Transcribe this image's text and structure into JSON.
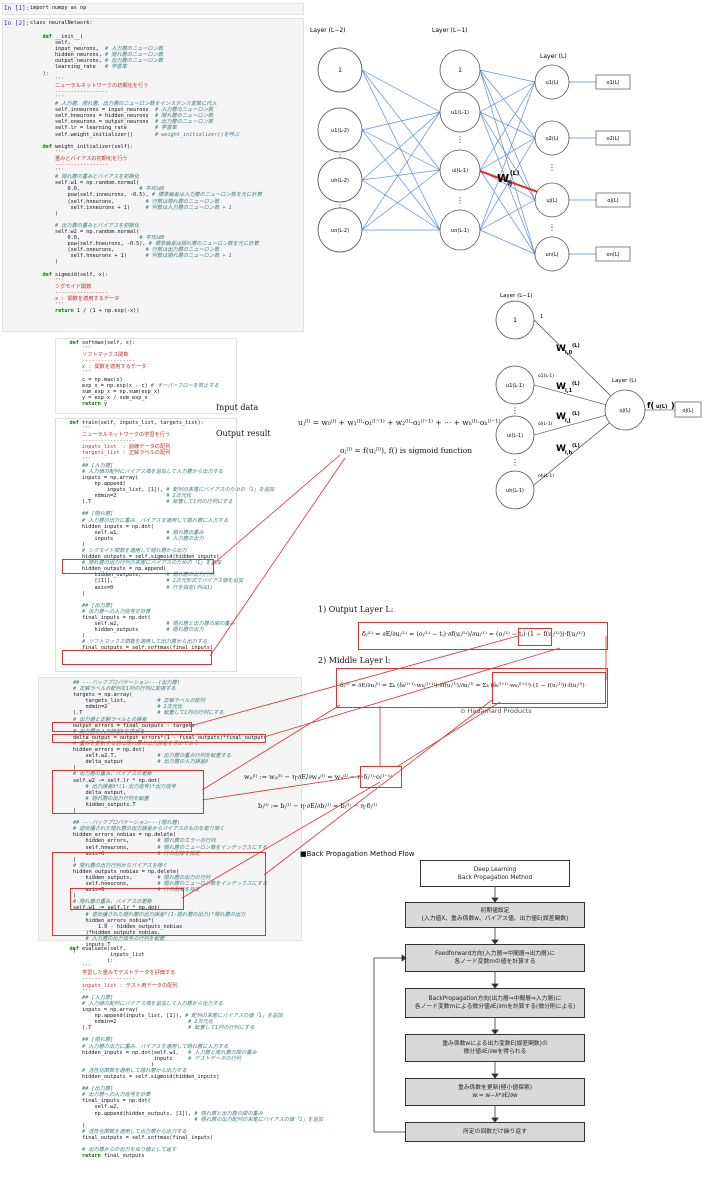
{
  "cells": [
    {
      "prompt": "In [1]:",
      "code": "import numpy as np"
    },
    {
      "prompt": "In [2]:",
      "code": "class neuralNetwork:"
    }
  ],
  "code_init": [
    "    def __init__(",
    "        self,",
    "        input_neurons,  # 入力層のニューロン数",
    "        hidden_neurons, # 隠れ層のニューロン数",
    "        output_neurons, # 出力層のニューロン数",
    "        learning_rate   # 学習率",
    "    ):",
    "        '''",
    "        ニューラルネットワークの初期化を行う",
    "        -----------------",
    "        '''",
    "        # 入力層、隠れ層、出力層のニューロン数をインスタンス変数に代入",
    "        self.inneurons = input_neurons  # 入力層のニューロン数",
    "        self.hneurons = hidden_neurons  # 隠れ層のニューロン数",
    "        self.oneurons = output_neurons  # 出力層のニューロン数",
    "        self.lr = learning_rate         # 学習率",
    "        self.weight_initializer()       # weight_initializer()を呼ぶ",
    "",
    "    def weight_initializer(self):",
    "        '''",
    "        重みとバイアスの初期化を行う",
    "        -----------------",
    "        '''",
    "        # 隠れ層の重みとバイアスを初期化",
    "        self.w1 = np.random.normal(",
    "            0.0,                   # 平均は0",
    "            pow(self.inneurons, -0.5), # 標準偏差は入力層のニューロン数を元に計算",
    "            (self.hneurons,          # 行数は隠れ層のニューロン数",
    "             self.inneurons + 1)     # 列数は入力層のニューロン数 + 1",
    "        )",
    "",
    "        # 出力層の重みとバイアスを初期化",
    "        self.w2 = np.random.normal(",
    "            0.0,                   # 平均は0",
    "            pow(self.hneurons, -0.5), # 標準偏差は隠れ層のニューロン数を元に計算",
    "            (self.oneurons,          # 行数は出力層のニューロン数",
    "             self.hneurons + 1)      # 列数は隠れ層のニューロン数 + 1",
    "        )",
    "",
    "    def sigmoid(self, x):",
    "        '''",
    "        シグモイド関数",
    "        -----------------",
    "        x : 関数を適用するデータ",
    "        '''",
    "        return 1 / (1 + np.exp(-x))"
  ],
  "code_softmax": [
    "    def softmax(self, x):",
    "        '''",
    "        ソフトマックス関数",
    "        -----------------",
    "        x : 関数を適用するデータ",
    "        '''",
    "        c = np.max(x)",
    "        exp_x = np.exp(x - c) # オーバーフローを防止する",
    "        sum_exp_x = np.sum(exp_x)",
    "        y = exp_x / sum_exp_x",
    "        return y"
  ],
  "code_train": [
    "    def train(self, inputs_list, targets_list):",
    "        '''",
    "        ニューラルネットワークの学習を行う",
    "        -----------------",
    "        inputs_list  : 訓練データの配列",
    "        targets_list : 正解ラベルの配列",
    "        '''",
    "        ## [入力層]",
    "        # 入力値の配列にバイアス項を追加して入力層から出力する",
    "        inputs = np.array(",
    "            np.append(",
    "                inputs_list, [1]), # 配列の末尾にバイアスのための「1」を追加",
    "            ndmin=2                # 2次元化",
    "        ).T                        # 転置して1列の行列にする",
    "",
    "        ## [隠れ層]",
    "        # 入力層の出力に重み、バイアスを適用して隠れ層に入力する",
    "        hidden_inputs = np.dot(",
    "            self.w1,               # 隠れ層の重み",
    "            inputs                 # 入力層の出力",
    "        )",
    "        # シグモイド関数を適用して隠れ層から出力",
    "        hidden_outputs = self.sigmoid(hidden_inputs)",
    "        # 隠れ層の出力行列の末尾にバイアスのための「1」を追加",
    "        hidden_outputs = np.append(",
    "            hidden_outputs,        # 隠れ層の出力行列",
    "            [[1]],                 # 2次元形式でバイアス値を追加",
    "            axis=0                 # 行を指定(列は1)",
    "        )",
    "",
    "        ## [出力層]",
    "        # 出力層への入力信号を計算",
    "        final_inputs = np.dot(",
    "            self.w2,               # 隠れ層と出力層の間の重み",
    "            hidden_outputs         # 隠れ層の出力",
    "        )",
    "        # ソフトマックス関数を適用して出力層から出力する",
    "        final_outputs = self.softmax(final_inputs)"
  ],
  "code_backprop": [
    "        ## ---バックプロパゲーション---(出力層)",
    "        # 正解ラベルの配列を1列の行列に変換する",
    "        targets = np.array(",
    "            targets_list,          # 正解ラベルの配列",
    "            ndmin=2                # 2次元化",
    "        ).T                        # 転置して1列の行列にする",
    "        # 出力値と正解ラベルとの誤差",
    "        output_errors = final_outputs - targets",
    "        # 出力層の入力誤差δを求める",
    "        delta_output = output_errors*(1 - final_outputs)*final_outputs",
    "        # 重みを更新する前に隠れ層の出力誤差を求めておく",
    "        hidden_errors = np.dot(",
    "            self.w2.T,             # 出力層の重み行列を転置する",
    "            delta_output           # 出力層の入力誤差δ",
    "        )",
    "        # 出力層の重み、バイアスの更新",
    "        self.w2 -= self.lr * np.dot(",
    "            # 出力誤差δ*(1-出力信号)*出力信号",
    "            delta_output,",
    "            # 隠れ層の出力行列を転置",
    "            hidden_outputs.T",
    "        )",
    "",
    "        ## ---バックプロパゲーション---(隠れ層)",
    "        # 逆伝播された隠れ層の出力誤差からバイアスのものを取り除く",
    "        hidden_errors_nobias = np.delete(",
    "            hidden_errors,         # 隠れ層のエラーの行列",
    "            self.hneurons,         # 隠れ層のニューロン数をインデックスにする",
    "            axis=0                 # 行の削除を指定",
    "        )",
    "        # 隠れ層の出力行列からバイアスを除く",
    "        hidden_outputs_nobias = np.delete(",
    "            hidden_outputs,        # 隠れ層の出力の行列",
    "            self.hneurons,         # 隠れ層のニューロン数をインデックスにする",
    "            axis=0                 # 行の削除を指定",
    "        )",
    "        # 隠れ層の重み、バイアスの更新",
    "        self.w1 -= self.lr * np.dot(",
    "            # 逆伝播された隠れ層の出力誤差*(1-隠れ層の出力)*隠れ層の出力",
    "            hidden_errors_nobias*(",
    "                1.0 - hidden_outputs_nobias",
    "            )*hidden_outputs_nobias,",
    "            # 入力層の出力信号の行列を転置",
    "            inputs.T",
    "        )"
  ],
  "code_evaluate": [
    "    def evaluate(self,",
    "                 inputs_list",
    "                ):",
    "        '''",
    "        学習した重みでテストデータを評価する",
    "        -----------------",
    "        inputs_list : テスト用データの配列",
    "        '''",
    "        ## [入力層]",
    "        # 入力値の配列にバイアス項を追加して入力層から出力する",
    "        inputs = np.array(",
    "            np.append(inputs_list, [1]), # 配列の末尾にバイアスの値「1」を追加",
    "            ndmin=2                       # 2次元化",
    "        ).T                               # 転置して1列の行列にする",
    "",
    "        ## [隠れ層]",
    "        # 入力層の出力に重み、バイアスを適用して隠れ層に入力する",
    "        hidden_inputs = np.dot(self.w1,   # 入力層と隠れ層の間の重み",
    "                               inputs     # テストデータの行列",
    "                              )",
    "        # 活性化関数を適用して隠れ層から出力する",
    "        hidden_outputs = self.sigmoid(hidden_inputs)",
    "",
    "        ## [出力層]",
    "        # 出力層への入力信号を計算",
    "        final_inputs = np.dot(",
    "            self.w2,",
    "            np.append(hidden_outputs, [1]), # 隠れ層と出力層の間の重み",
    "                                            # 隠れ層の出力配列の末尾にバイアスの値「1」を追加",
    "        )",
    "        # 活性化関数を適用して出力層から出力する",
    "        final_outputs = self.softmax(final_inputs)",
    "",
    "        # 出力層からの出力を戻り値として返す",
    "        return final_outputs"
  ],
  "network": {
    "layer_l2": "Layer (L−2)",
    "layer_l1": "Layer (L−1)",
    "layer_l": "Layer (L)",
    "n_one": "1",
    "u1_l2": "u1(L-2)",
    "uh_l2": "uh(L-2)",
    "un_l2": "un(L-2)",
    "u1_l1": "u1(L-1)",
    "ui_l1": "ui(L-1)",
    "un_l1": "un(L-1)",
    "u1_l": "u1(L)",
    "u2_l": "u2(L)",
    "uj_l": "uj(L)",
    "un_l": "un(L)",
    "o1": "o1(L)",
    "o2": "o2(L)",
    "oj": "oj(L)",
    "on": "on(L)",
    "w_label": "W",
    "w_sub": "ij",
    "w_sup": "(L)"
  },
  "single": {
    "layer_l1": "Layer (L−1)",
    "layer_l": "Layer (L)",
    "n_one": "1",
    "one_w": "1",
    "u1": "u1(L-1)",
    "ui": "ui(L-1)",
    "uh": "uh(L-1)",
    "o1": "o1(L-1)",
    "oi": "oi(L-1)",
    "oh": "oh(L-1)",
    "uj": "uj(L)",
    "oj": "oj(L)",
    "w0": "W",
    "w0sub": "i,0",
    "w1": "W",
    "w1sub": "i,1",
    "wi": "W",
    "wisub": "i,j",
    "wh": "W",
    "whsub": "i,h",
    "wsup": "(L)",
    "f_label": "f(",
    "f_arg": "u(L)",
    "f_close": ")"
  },
  "labels": {
    "input_data": "Input data",
    "output_result": "Output result",
    "output_layer": "1) Output Layer L:",
    "middle_layer": "2) Middle Layer l:",
    "hadamard": "Hadamard Products",
    "bp_flow": "■Back Propagation Method Flow"
  },
  "formulas": {
    "u": "uⱼ⁽ˡ⁾ = w₀⁽ˡ⁾ + w₁⁽ˡ⁾·o₁⁽ˡ⁻¹⁾ + w₂⁽ˡ⁾·o₂⁽ˡ⁻¹⁾ + ··· + wₕ⁽ˡ⁾·oₕ⁽ˡ⁻¹⁾",
    "sigma": "oⱼ⁽ˡ⁾ = f(uⱼ⁽ˡ⁾)",
    "sigma_note": ", f() is sigmoid function",
    "delta_out": "δⱼ⁽ᴸ⁾ = ∂E/∂uⱼ⁽ᴸ⁾ = (oⱼ⁽ᴸ⁾ − tⱼ)·∂f(uⱼ⁽ᴸ⁾)/∂uⱼ⁽ᴸ⁾ = (oⱼ⁽ᴸ⁾ − tⱼ)·(1 − f(uⱼ⁽ᴸ⁾))·f(uⱼ⁽ᴸ⁾)",
    "delta_mid": "δⱼ⁽ˡ⁾ = ∂E/∂uⱼ⁽ˡ⁾ = Σₖ (δₖ⁽ˡ⁺¹⁾·wₖⱼ⁽ˡ⁺¹⁾)·∂f(uⱼ⁽ˡ⁾)/∂uⱼ⁽ˡ⁾ = Σₖ (δₖ⁽ˡ⁺¹⁾·wₖⱼ⁽ˡ⁺¹⁾)·(1 − f(uⱼ⁽ˡ⁾))·f(uⱼ⁽ˡ⁾)",
    "w_update": "wⱼᵢ⁽ˡ⁾ := wⱼᵢ⁽ˡ⁾ − η·∂E/∂wⱼᵢ⁽ˡ⁾ = wⱼᵢ⁽ˡ⁾ − η·δⱼ⁽ˡ⁾·oᵢ⁽ˡ⁻¹⁾",
    "b_update": "bⱼ⁽ˡ⁾ := bⱼ⁽ˡ⁾ − η·∂E/∂bⱼ⁽ˡ⁾ = bⱼ⁽ˡ⁾ − η·δⱼ⁽ˡ⁾"
  },
  "flow": {
    "title_line1": "Deep Learning",
    "title_line2": "Back Propagation Method",
    "step1_line1": "初期値設定",
    "step1_line2": "(入力値X、重み係数w、バイアス値、出力値E(誤差関数)",
    "step2_line1": "Feedforward方向(入力層⇒中間層⇒出力層)に",
    "step2_line2": "各ノード変数mの値を計算する",
    "step3_line1": "BackPropagation方向(出力層⇒中間層⇒入力層)に",
    "step3_line2": "各ノード変数mによる微分値∂E/∂mを計算する(微分則による)",
    "step4_line1": "重み係数wによる出力変数E(誤差関数)の",
    "step4_line2": "微分値∂E/∂wを得られる",
    "step5_line1": "重み係数を更新(極小値探索)",
    "step5_line2": "w:= w−λ*∂E/∂w",
    "step6": "所定の回数だけ繰り返す"
  },
  "colors": {
    "red": "#e03030",
    "blue": "#5b8fd0",
    "node_border": "#555555",
    "prompt": "#2a2aa8"
  }
}
